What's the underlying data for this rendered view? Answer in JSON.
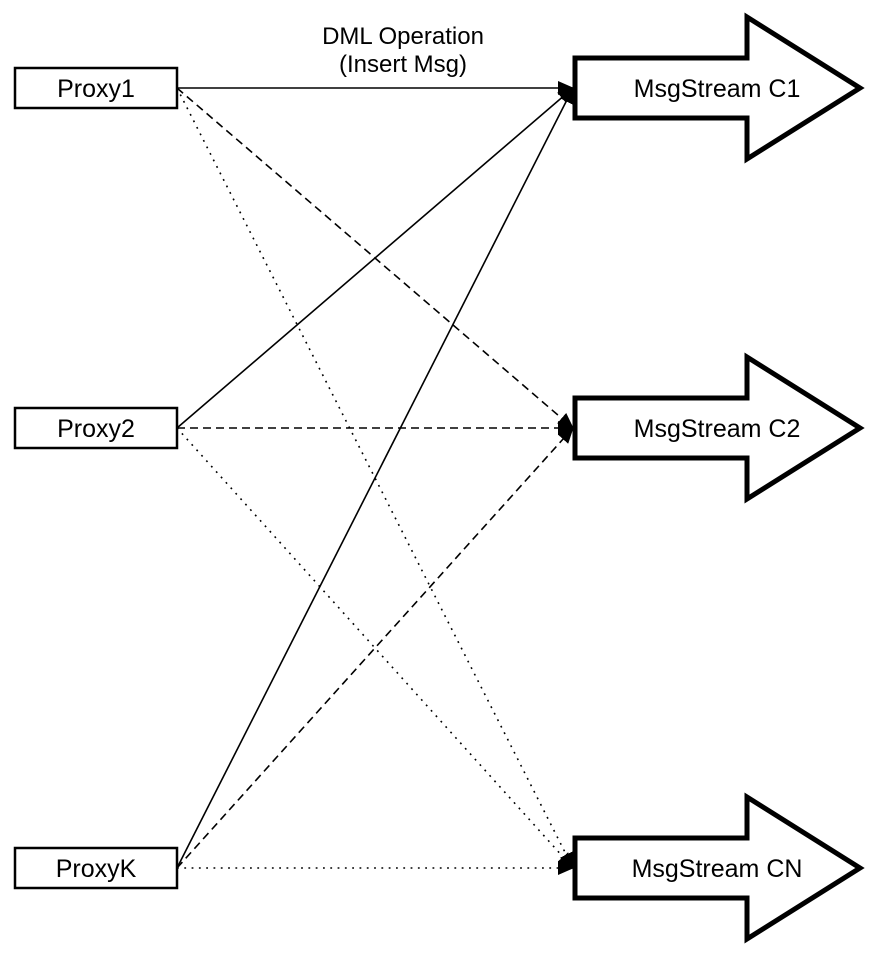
{
  "diagram": {
    "title": {
      "line1": "DML Operation",
      "line2": "(Insert Msg)"
    },
    "proxies": [
      {
        "id": "proxy1",
        "label": "Proxy1"
      },
      {
        "id": "proxy2",
        "label": "Proxy2"
      },
      {
        "id": "proxyk",
        "label": "ProxyK"
      }
    ],
    "streams": [
      {
        "id": "c1",
        "label": "MsgStream C1"
      },
      {
        "id": "c2",
        "label": "MsgStream C2"
      },
      {
        "id": "cn",
        "label": "MsgStream CN"
      }
    ],
    "edges": [
      {
        "from": "proxy1",
        "to": "c1",
        "style": "solid"
      },
      {
        "from": "proxy1",
        "to": "c2",
        "style": "dashed"
      },
      {
        "from": "proxy1",
        "to": "cn",
        "style": "dotted"
      },
      {
        "from": "proxy2",
        "to": "c1",
        "style": "solid"
      },
      {
        "from": "proxy2",
        "to": "c2",
        "style": "dashed"
      },
      {
        "from": "proxy2",
        "to": "cn",
        "style": "dotted"
      },
      {
        "from": "proxyk",
        "to": "c1",
        "style": "solid"
      },
      {
        "from": "proxyk",
        "to": "c2",
        "style": "dashed"
      },
      {
        "from": "proxyk",
        "to": "cn",
        "style": "dotted"
      }
    ],
    "colors": {
      "stroke": "#000000",
      "fill": "#ffffff",
      "text": "#000000",
      "background": "#ffffff"
    }
  }
}
